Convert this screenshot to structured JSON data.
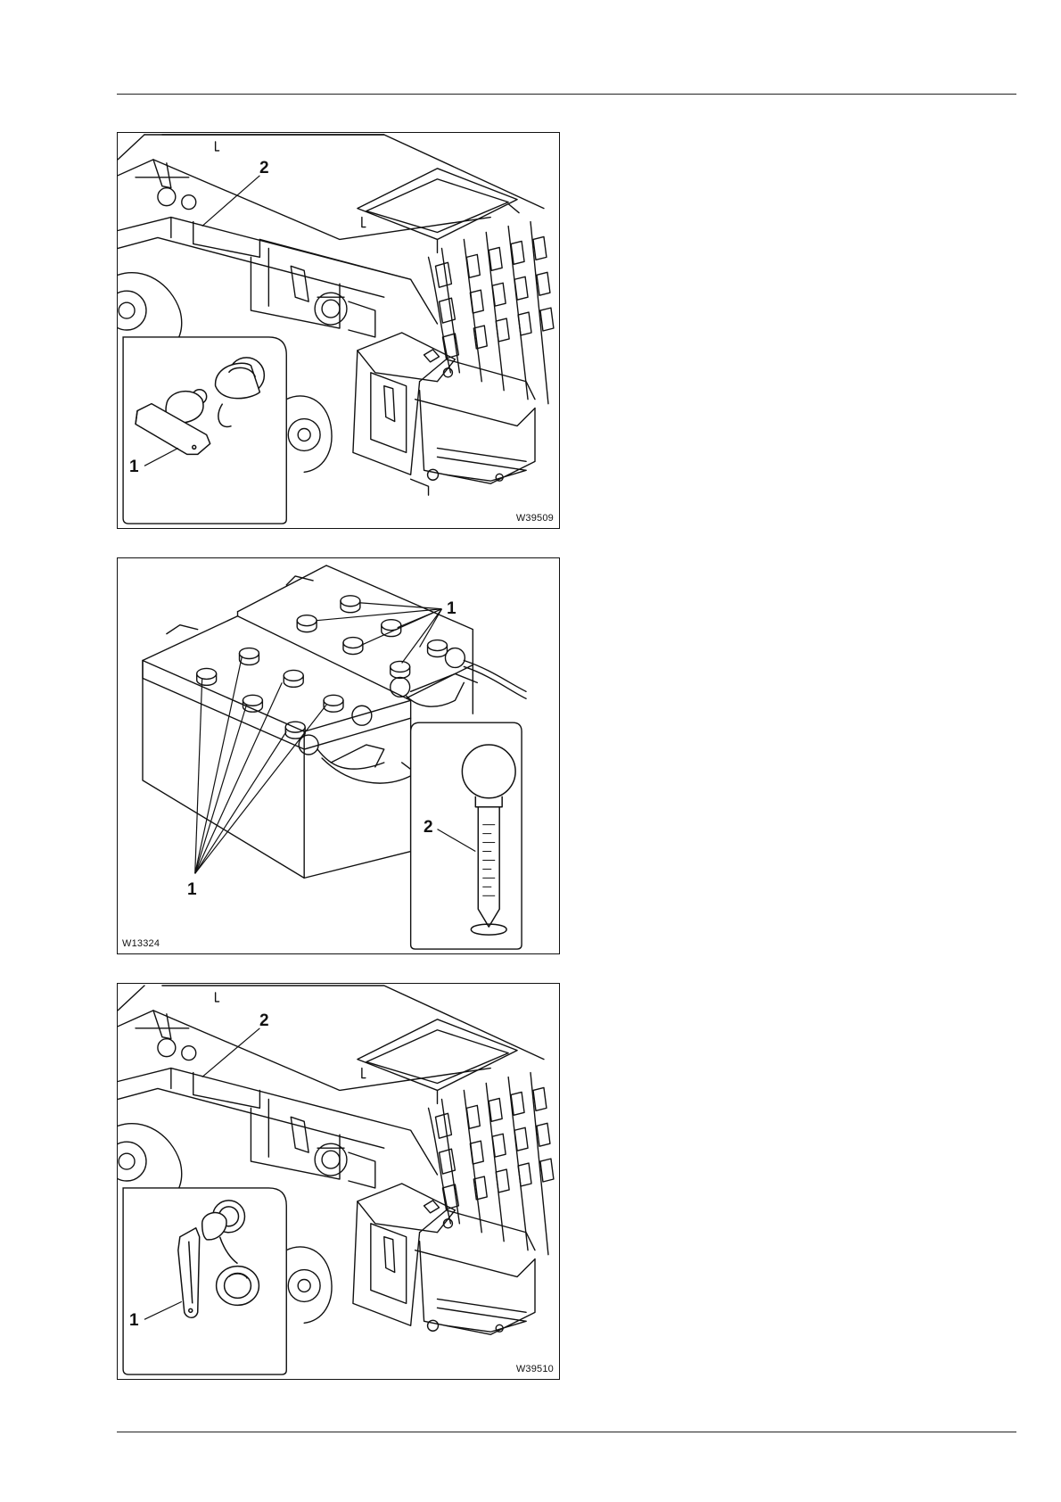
{
  "figures": [
    {
      "code": "W39509",
      "callouts": [
        "1",
        "2"
      ]
    },
    {
      "code": "W13324",
      "callouts": [
        "1",
        "1",
        "2"
      ]
    },
    {
      "code": "W39510",
      "callouts": [
        "1",
        "2"
      ]
    }
  ]
}
